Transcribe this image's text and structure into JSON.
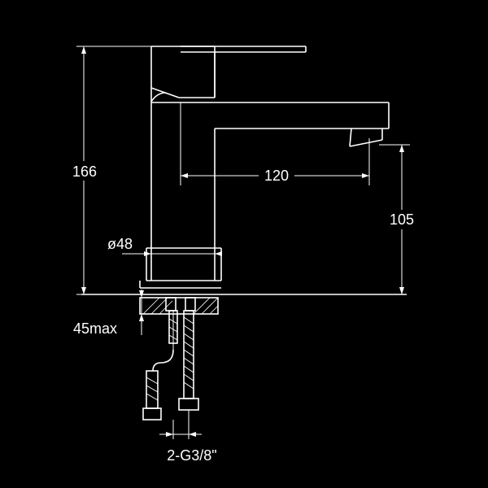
{
  "drawing": {
    "background": "#000000",
    "line_color": "#ffffff",
    "dimensions": {
      "total_height": "166",
      "spout_reach": "120",
      "spout_height": "105",
      "body_diameter": "ø48",
      "deck_thickness": "45max",
      "hose_thread": "2-G3/8\""
    }
  }
}
